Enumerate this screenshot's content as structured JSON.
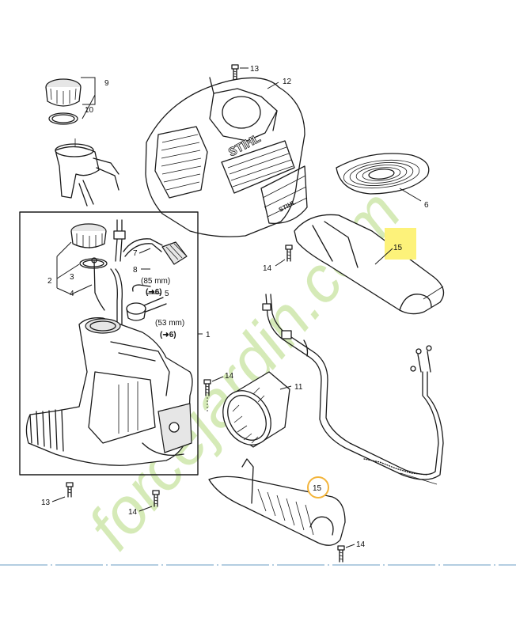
{
  "watermark": "forcejardin.com",
  "callouts": {
    "c1": "1",
    "c2": "2",
    "c3": "3",
    "c4": "4",
    "c5": "5",
    "c6": "6",
    "c7": "7",
    "c8": "8",
    "c9": "9",
    "c10": "10",
    "c11": "11",
    "c12": "12",
    "c13_top": "13",
    "c13_bottom": "13",
    "c14_top": "14",
    "c14_mid": "14",
    "c14_bottom_left": "14",
    "c14_bottom_right": "14",
    "c15_main": "15",
    "c15_sub": "15"
  },
  "hose_notes": {
    "long_len": "(85 mm)",
    "long_ref": "(➜6)",
    "short_len": "(53 mm)",
    "short_ref": "(➜6)"
  },
  "brand": {
    "shroud_logo": "STIHL",
    "shroud_logo_small": "STIHL"
  },
  "colors": {
    "highlight": "#fdf27a",
    "highlight_circle": "#f3b43a",
    "watermark": "#c8e3a0"
  }
}
